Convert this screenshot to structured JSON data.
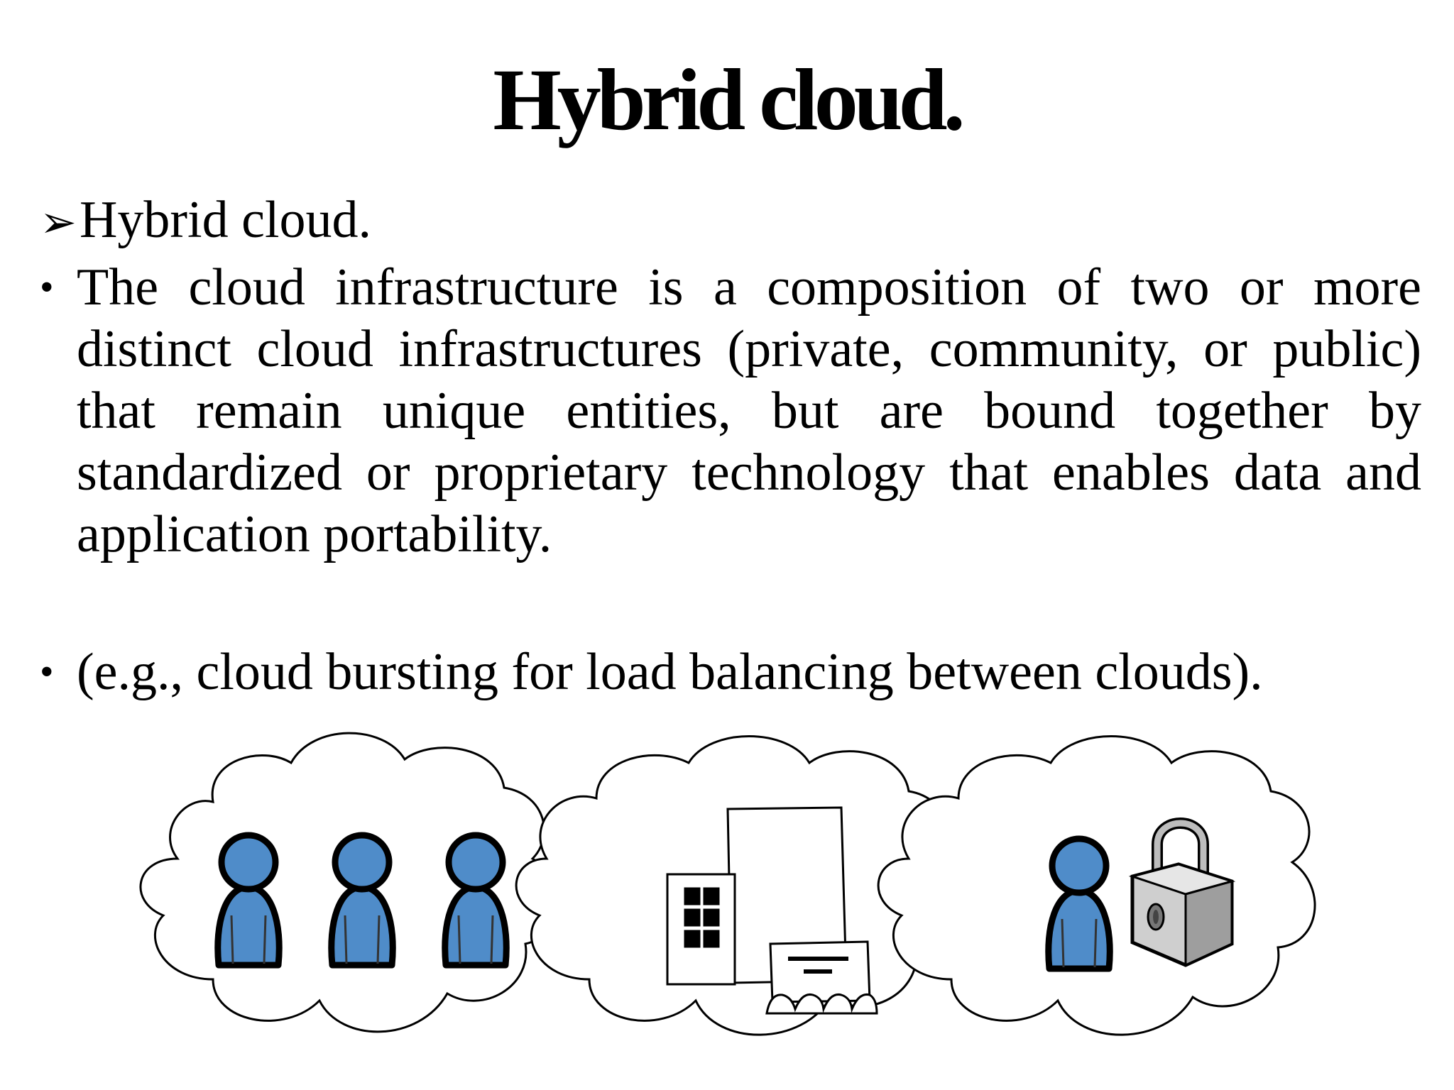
{
  "slide": {
    "title": "Hybrid cloud.",
    "heading": "Hybrid cloud.",
    "bullets": [
      "The cloud infrastructure is a composition of two or more distinct cloud infrastructures (private, community, or public) that remain unique entities, but are bound together by standardized or proprietary technology that enables data and application portability.",
      "(e.g., cloud bursting for load balancing between clouds)."
    ]
  },
  "icons": {
    "heading_bullet": "arrow-bullet-icon",
    "list_bullet": "bullet-dot-icon",
    "cloud": "cloud-icon",
    "person": "person-icon",
    "building": "building-icon",
    "lock": "padlock-icon"
  },
  "colors": {
    "person_fill": "#4f8cc9",
    "outline": "#000000"
  }
}
